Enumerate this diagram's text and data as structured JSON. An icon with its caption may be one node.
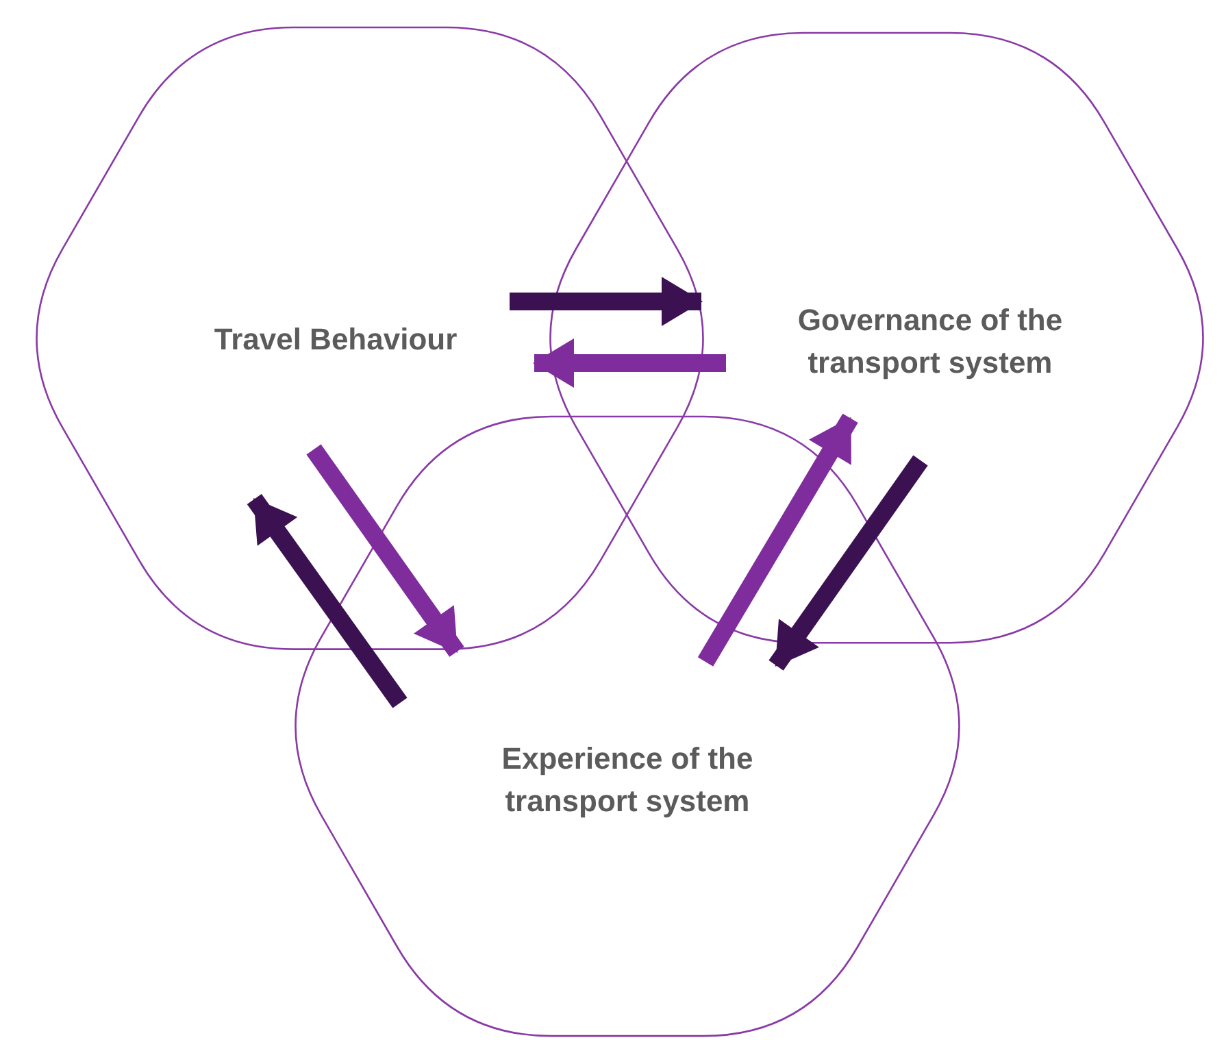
{
  "diagram": {
    "nodes": [
      {
        "text": [
          "Travel Behaviour"
        ]
      },
      {
        "text": [
          "Governance of the transport system"
        ]
      },
      {
        "text": [
          "Experience of the transport system"
        ]
      }
    ],
    "edges": [
      {
        "from": 0,
        "to": 1,
        "arrow": "to",
        "color": "#3b1152"
      },
      {
        "from": 1,
        "to": 0,
        "arrow": "to",
        "color": "#7f2c9c"
      },
      {
        "from": 0,
        "to": 2,
        "arrow": "to",
        "color": "#7f2c9c"
      },
      {
        "from": 2,
        "to": 0,
        "arrow": "to",
        "color": "#3b1152"
      },
      {
        "from": 2,
        "to": 1,
        "arrow": "to",
        "color": "#7f2c9c"
      },
      {
        "from": 1,
        "to": 2,
        "arrow": "to",
        "color": "#3b1152"
      }
    ]
  }
}
